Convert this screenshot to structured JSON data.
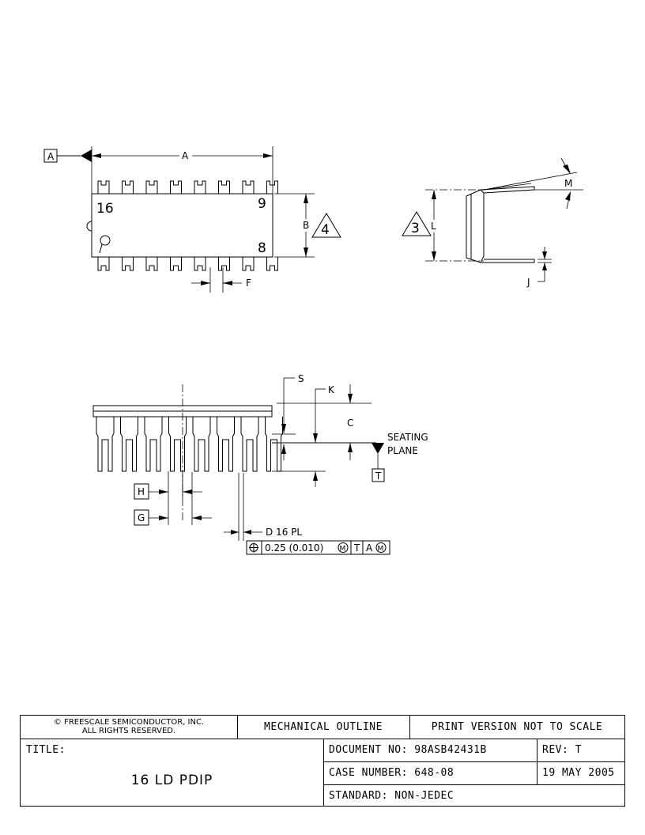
{
  "drawing": {
    "datum_a": "A",
    "datum_t": "T",
    "dim_a": "A",
    "dim_b": "B",
    "dim_c": "C",
    "dim_d": "D 16 PL",
    "dim_f": "F",
    "dim_g": "G",
    "dim_h": "H",
    "dim_j": "J",
    "dim_k": "K",
    "dim_l": "L",
    "dim_m": "M",
    "dim_s": "S",
    "note_4": "4",
    "note_3": "3",
    "pin_16": "16",
    "pin_9": "9",
    "pin_8": "8",
    "seating_line1": "SEATING",
    "seating_line2": "PLANE",
    "fcf_tolerance": "0.25 (0.010)",
    "fcf_modifier": "M",
    "fcf_datum_t": "T",
    "fcf_datum_a": "A",
    "fcf_datum_a_modifier": "M"
  },
  "titleblock": {
    "copyright_line1": "© FREESCALE SEMICONDUCTOR, INC.",
    "copyright_line2": "ALL RIGHTS RESERVED.",
    "mechanical_outline": "MECHANICAL OUTLINE",
    "print_version": "PRINT VERSION NOT TO SCALE",
    "title_label": "TITLE:",
    "title_value": "16 LD PDIP",
    "document_no": "DOCUMENT NO: 98ASB42431B",
    "rev": "REV: T",
    "case_number": "CASE NUMBER: 648-08",
    "date": "19 MAY 2005",
    "standard": "STANDARD: NON-JEDEC"
  }
}
